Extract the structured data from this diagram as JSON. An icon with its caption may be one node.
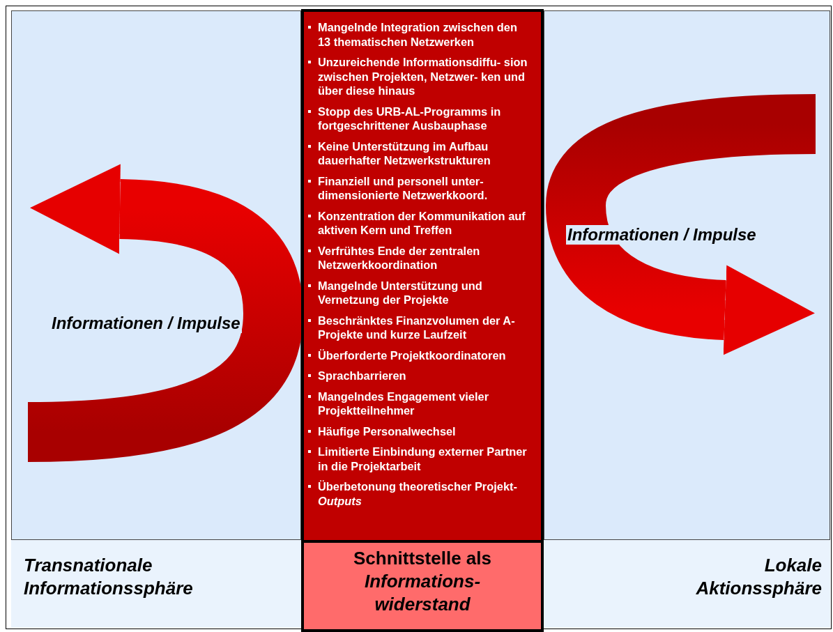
{
  "diagram": {
    "nodes": [
      {
        "text": [
          "Transnationale Informationssphäre"
        ]
      },
      {
        "text": [
          "Mangelnde Integration zwischen den 13 thematischen Netzwerken",
          "Unzureichende Informationsdiffu- sion zwischen Projekten, Netzwer- ken und über diese hinaus",
          "Stopp des URB-AL-Programms in fortgeschrittener Ausbauphase",
          "Keine Unterstützung im Aufbau dauerhafter Netzwerkstrukturen",
          "Finanziell und personell unter- dimensionierte Netzwerkkoord.",
          "Konzentration der Kommunikation auf aktiven Kern und Treffen",
          "Verfrühtes Ende der zentralen Netzwerkkoordination",
          "Mangelnde Unterstützung und Vernetzung der Projekte",
          "Beschränktes Finanzvolumen der A-Projekte und kurze Laufzeit",
          "Überforderte Projektkoordinatoren",
          "Sprachbarrieren",
          "Mangelndes Engagement vieler Projektteilnehmer",
          "Häufige Personalwechsel",
          "Limitierte Einbindung externer Partner in die Projektarbeit",
          "Überbetonung theoretischer Projekt-*Outputs*"
        ]
      },
      {
        "text": [
          "Schnittstelle als *Informations- widerstand*"
        ]
      },
      {
        "text": [
          "Lokale Aktionssphäre"
        ]
      }
    ],
    "edges": [
      {
        "from": 0,
        "to": 0,
        "arrow": "to",
        "label": "Informationen / Impulse"
      },
      {
        "from": 3,
        "to": 3,
        "arrow": "to",
        "label": "Informationen / Impulse"
      }
    ]
  }
}
